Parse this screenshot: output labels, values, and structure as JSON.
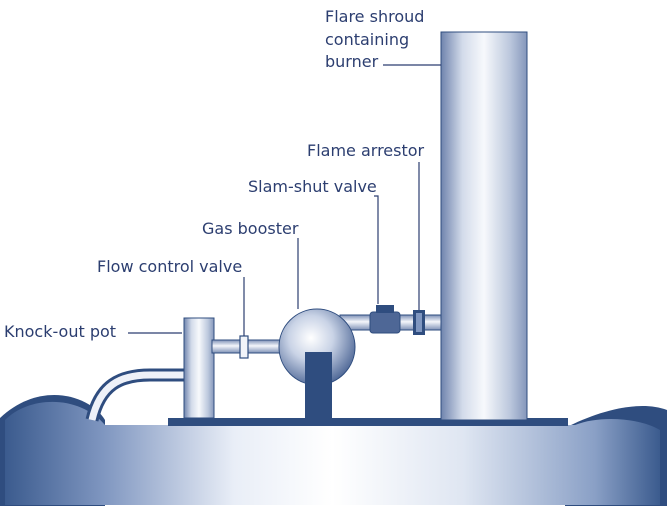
{
  "labels": {
    "flare_shroud_line1": "Flare shroud",
    "flare_shroud_line2": "containing",
    "flare_shroud_line3": "burner",
    "flame_arrestor": "Flame arrestor",
    "slam_shut_valve": "Slam-shut valve",
    "gas_booster": "Gas booster",
    "flow_control_valve": "Flow control valve",
    "knock_out_pot": "Knock-out pot"
  },
  "colors": {
    "navy": "#2f4d7f",
    "label_text": "#2c3e70"
  }
}
